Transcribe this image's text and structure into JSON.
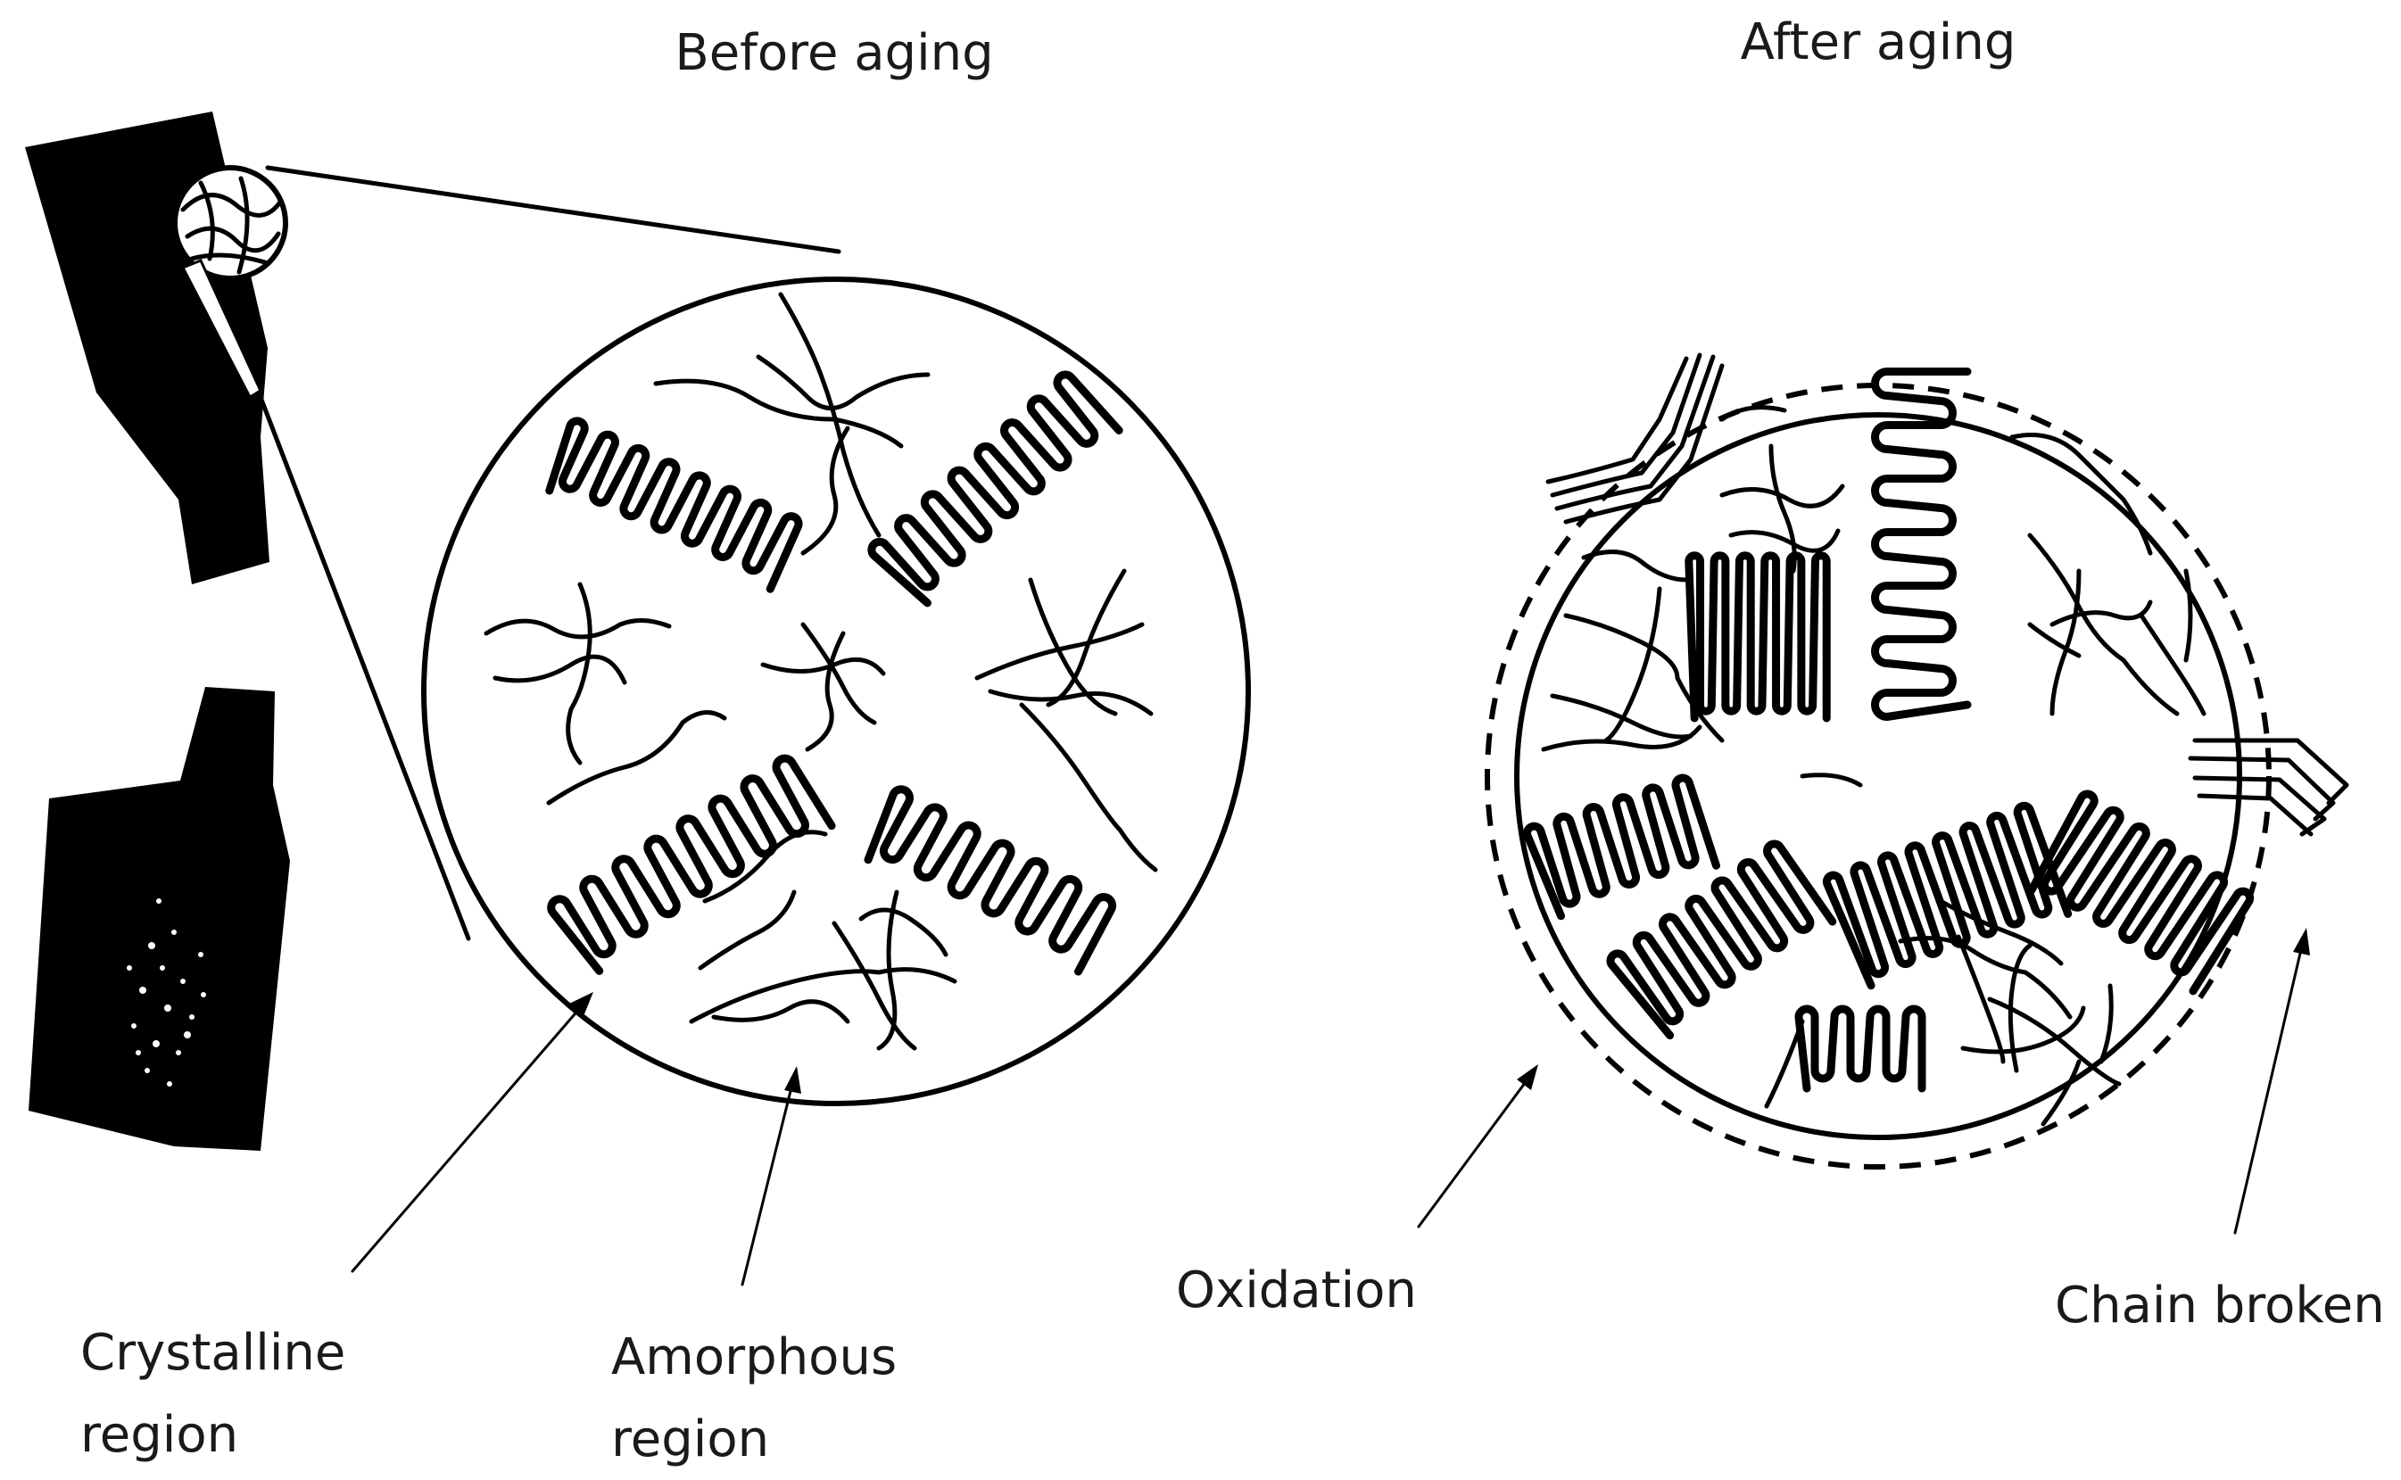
{
  "before_panel": {
    "title": "Before aging",
    "crystalline_label": [
      "Crystalline",
      "region"
    ],
    "amorphous_label": [
      "Amorphous",
      "region"
    ]
  },
  "after_panel": {
    "title": "After aging",
    "oxidation_label": "Oxidation",
    "chain_broken_label": "Chain broken"
  },
  "colors": {
    "ink": "#000000",
    "background": "#ffffff",
    "text": "#1a1a1a"
  }
}
